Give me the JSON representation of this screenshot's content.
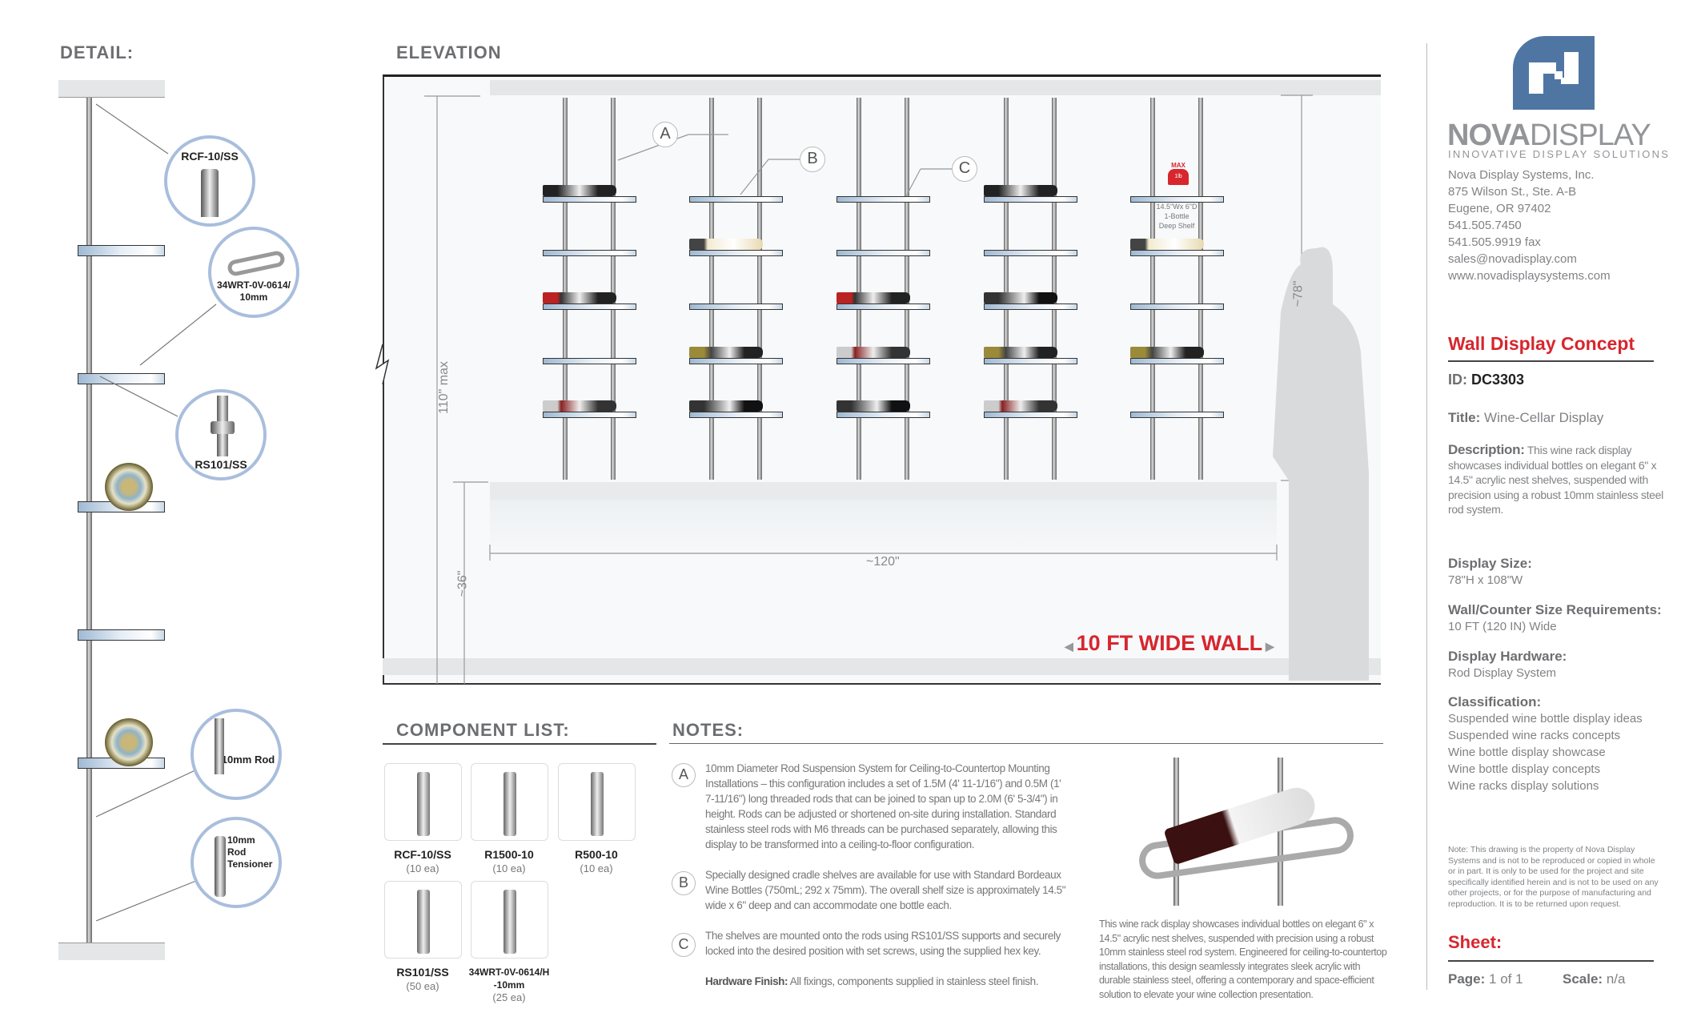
{
  "detail": {
    "title": "DETAIL:",
    "callouts": [
      "RCF-10/SS",
      "34WRT-0V-0614/ 10mm",
      "RS101/SS",
      "10mm Rod",
      "10mm Rod Tensioner"
    ]
  },
  "elevation": {
    "title": "ELEVATION",
    "callouts": [
      "A",
      "B",
      "C"
    ],
    "dim_height_max": "110\" max",
    "dim_counter": "~36\"",
    "dim_display": "~78\"",
    "dim_width": "~120\"",
    "wall_label": "10 FT WIDE WALL",
    "shelf_tag": [
      "14.5\"Wx 6\"D",
      "1-Bottle",
      "Deep Shelf"
    ],
    "max_weight": "MAX",
    "weight_value": "1lb"
  },
  "components": {
    "title": "COMPONENT LIST:",
    "items": [
      {
        "name": "RCF-10/SS",
        "qty": "(10 ea)"
      },
      {
        "name": "R1500-10",
        "qty": "(10 ea)"
      },
      {
        "name": "R500-10",
        "qty": "(10 ea)"
      },
      {
        "name": "RS101/SS",
        "qty": "(50 ea)"
      },
      {
        "name": "34WRT-0V-0614/H -10mm",
        "qty": "(25 ea)"
      }
    ]
  },
  "notes": {
    "title": "NOTES:",
    "items": [
      {
        "marker": "A",
        "text": "10mm Diameter Rod Suspension System for Ceiling-to-Countertop Mounting Installations – this configuration includes a set of 1.5M (4' 11-1/16\") and 0.5M (1' 7-11/16\") long threaded rods that can be joined to span up to 2.0M (6' 5-3/4\") in height. Rods can be adjusted or shortened on-site during installation. Standard stainless steel rods with M6 threads can be purchased separately, allowing this display to be transformed into a ceiling-to-floor configuration."
      },
      {
        "marker": "B",
        "text": "Specially designed cradle shelves are available for use with Standard Bordeaux Wine Bottles (750mL; 292 x 75mm). The overall shelf size is approximately 14.5\" wide x 6\" deep and can accommodate one bottle each."
      },
      {
        "marker": "C",
        "text": "The shelves are mounted onto the rods using RS101/SS supports and securely locked into the desired position with set screws, using the supplied hex key."
      }
    ],
    "finish_label": "Hardware Finish:",
    "finish_text": "All fixings, components supplied in stainless steel finish.",
    "product_text": "This wine rack display showcases individual bottles on elegant 6\" x 14.5\" acrylic nest shelves, suspended with precision using a robust 10mm stainless steel rod system. Engineered for ceiling-to-countertop installations, this design seamlessly integrates sleek acrylic with durable stainless steel, offering a contemporary and space-efficient solution to elevate your wine collection presentation."
  },
  "brand": {
    "name_bold": "NOVA",
    "name_light": "DISPLAY",
    "tagline": "INNOVATIVE DISPLAY SOLUTIONS",
    "address": [
      "Nova Display Systems, Inc.",
      "875 Wilson St., Ste. A-B",
      "Eugene, OR 97402",
      "541.505.7450",
      "541.505.9919 fax",
      "sales@novadisplay.com",
      "www.novadisplaysystems.com"
    ],
    "color": "#4f76a3"
  },
  "info": {
    "heading": "Wall Display Concept",
    "id_label": "ID:",
    "id": "DC3303",
    "title_label": "Title:",
    "title": "Wine-Cellar Display",
    "desc_label": "Description:",
    "desc": "This wine rack display showcases individual bottles on elegant 6\" x 14.5\" acrylic nest shelves, suspended with precision using a robust 10mm stainless steel rod system.",
    "size_label": "Display Size:",
    "size": "78\"H x 108\"W",
    "req_label": "Wall/Counter Size Requirements:",
    "req": "10 FT (120 IN) Wide",
    "hw_label": "Display Hardware:",
    "hw": "Rod Display System",
    "class_label": "Classification:",
    "classes": [
      "Suspended wine bottle display ideas",
      "Suspended wine racks concepts",
      "Wine bottle display showcase",
      "Wine bottle display concepts",
      "Wine racks display solutions"
    ],
    "note": "Note: This drawing is the property of Nova Display Systems and is not to be reproduced or copied in whole or in part. It is only to be used for the project and site specifically identified herein and is not to be used on any other projects, or for the purpose of manufacturing and reproduction. It is to be returned upon request.",
    "sheet_label": "Sheet:",
    "page_label": "Page:",
    "page": "1 of 1",
    "scale_label": "Scale:",
    "scale": "n/a",
    "accent": "#d7262e"
  }
}
